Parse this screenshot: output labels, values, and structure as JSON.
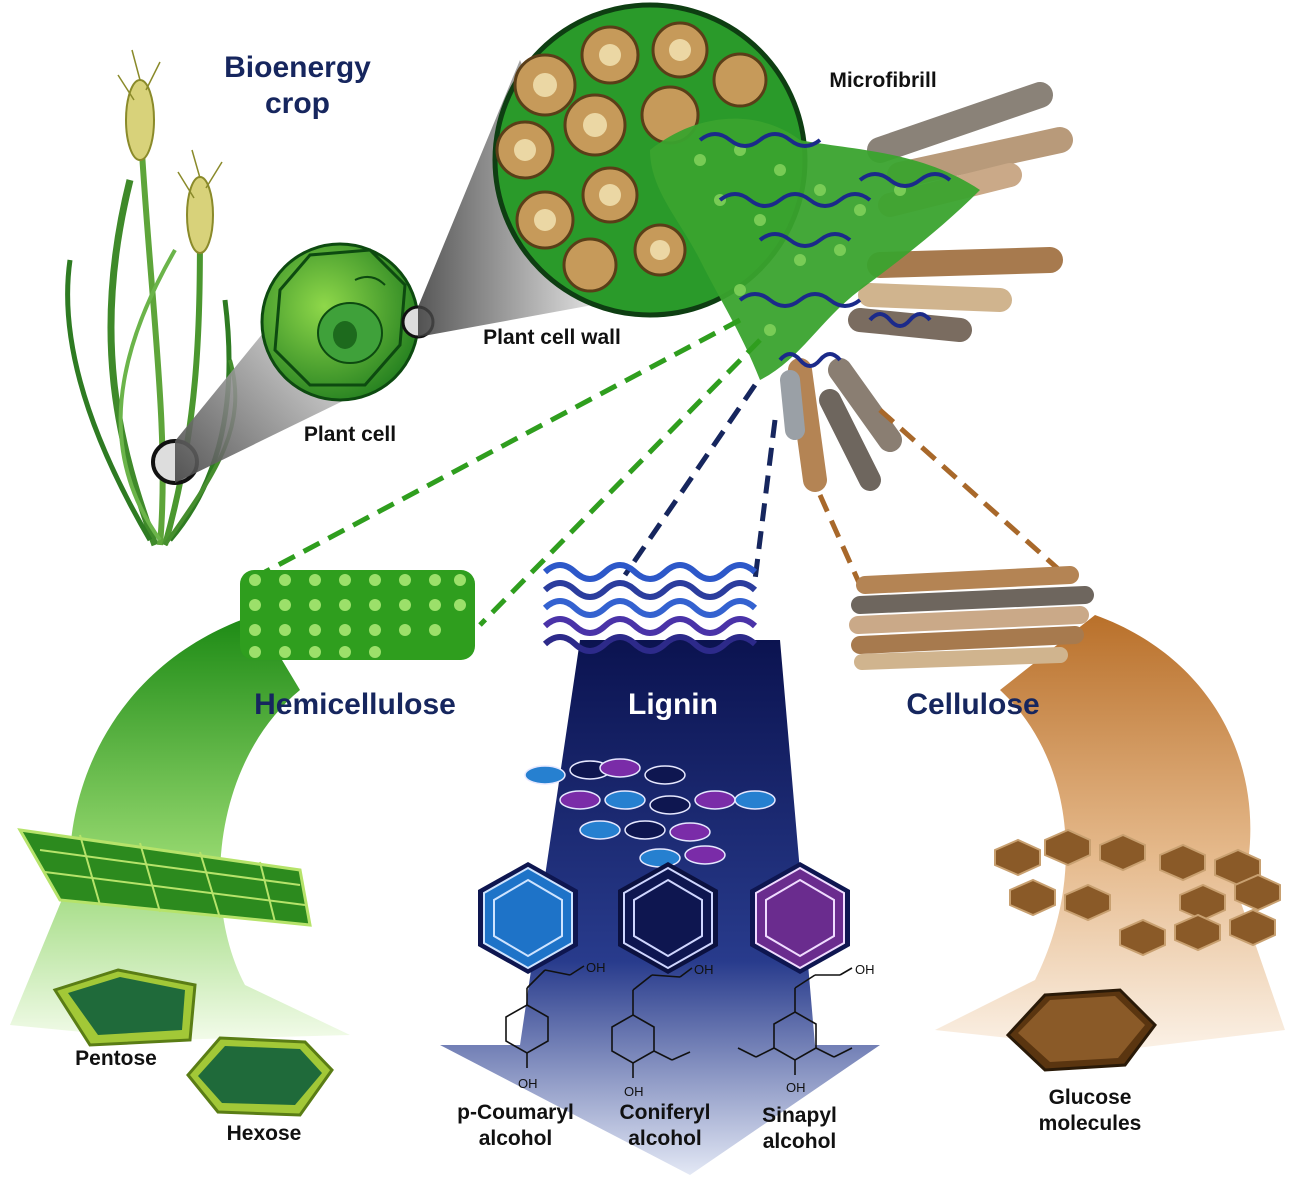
{
  "labels": {
    "bioenergy_crop_1": "Bioenergy",
    "bioenergy_crop_2": "crop",
    "plant_cell": "Plant cell",
    "plant_cell_wall": "Plant cell wall",
    "microfibril": "Microfibrill",
    "hemicellulose": "Hemicellulose",
    "lignin": "Lignin",
    "cellulose": "Cellulose",
    "pentose": "Pentose",
    "hexose": "Hexose",
    "p_coumaryl_1": "p-Coumaryl",
    "p_coumaryl_2": "alcohol",
    "coniferyl_1": "Coniferyl",
    "coniferyl_2": "alcohol",
    "sinapyl_1": "Sinapyl",
    "sinapyl_2": "alcohol",
    "glucose_1": "Glucose",
    "glucose_2": "molecules",
    "oh": "OH"
  },
  "colors": {
    "title_navy": "#16265e",
    "hemicellulose_green": "#2f9e1e",
    "lignin_navy": "#0e1650",
    "cellulose_brown": "#a8682a",
    "coumaryl_blue": "#1e73c8",
    "sinapyl_purple": "#6a2c8e"
  }
}
